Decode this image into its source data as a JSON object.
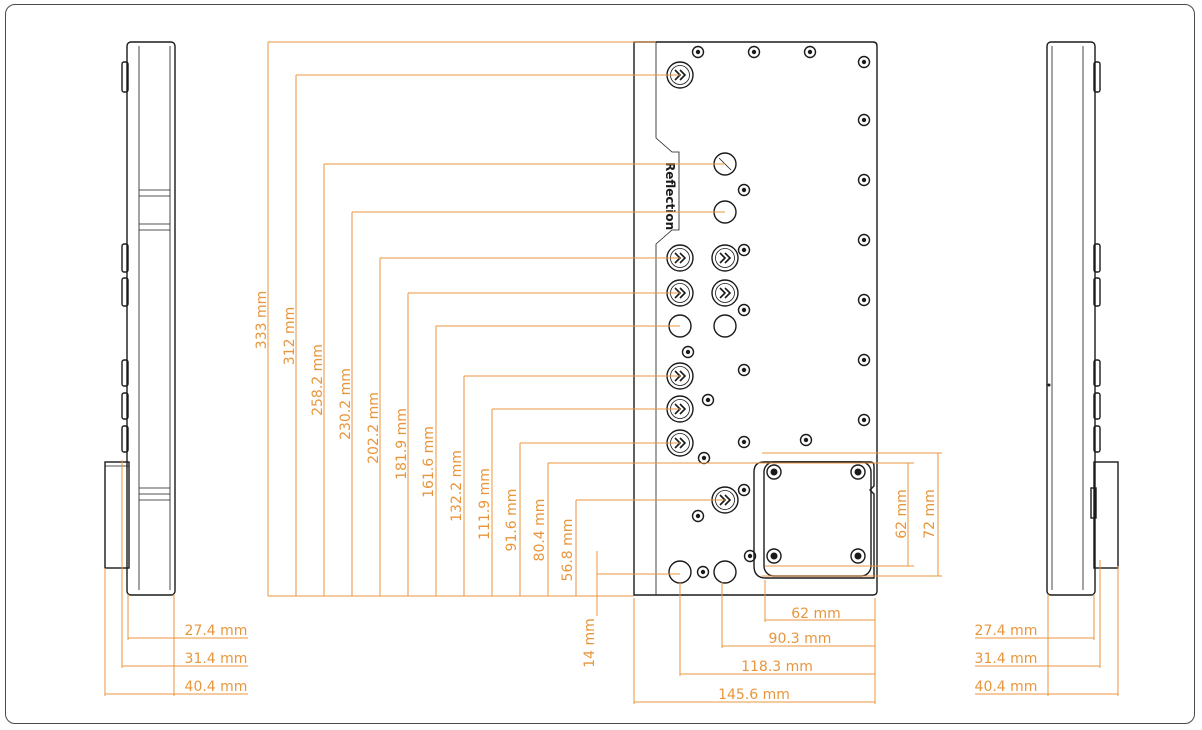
{
  "drawing": {
    "logo_text": "Reflection",
    "colors": {
      "dimension": "#e8963c",
      "outline": "#1a1a1a",
      "frame": "#4a4a4a"
    },
    "vertical_dims": [
      "333 mm",
      "312 mm",
      "258.2 mm",
      "230.2 mm",
      "202.2 mm",
      "181.9 mm",
      "161.6 mm",
      "132.2 mm",
      "111.9 mm",
      "91.6 mm",
      "80.4 mm",
      "56.8 mm"
    ],
    "bottom_dim": "14 mm",
    "horizontal_dims": [
      "62 mm",
      "90.3 mm",
      "118.3 mm",
      "145.6 mm"
    ],
    "pad_dims": {
      "height_a": "62 mm",
      "height_b": "72 mm"
    },
    "left_side_dims": [
      "27.4 mm",
      "31.4 mm",
      "40.4 mm"
    ],
    "right_side_dims": [
      "27.4 mm",
      "31.4 mm",
      "40.4 mm"
    ]
  }
}
